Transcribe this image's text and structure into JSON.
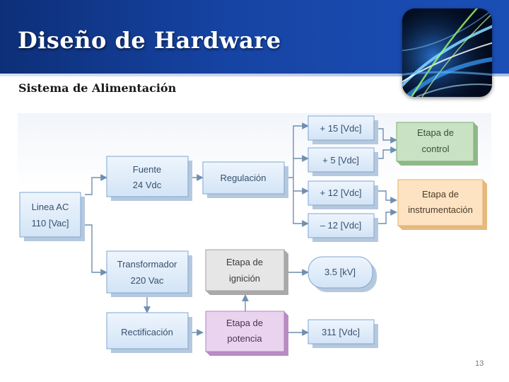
{
  "slide": {
    "title": "Diseño de Hardware",
    "subtitle": "Sistema de Alimentación",
    "page_number": "13"
  },
  "diagram": {
    "linea_ac": [
      "Linea AC",
      "110 [Vac]"
    ],
    "fuente": [
      "Fuente",
      "24 Vdc"
    ],
    "regulacion": [
      "Regulación"
    ],
    "transformador": [
      "Transformador",
      "220 Vac"
    ],
    "rectificacion": [
      "Rectificación"
    ],
    "out_p15": [
      "+ 15 [Vdc]"
    ],
    "out_p5": [
      "+ 5 [Vdc]"
    ],
    "out_p12": [
      "+ 12 [Vdc]"
    ],
    "out_m12": [
      "– 12 [Vdc]"
    ],
    "etapa_control": [
      "Etapa de",
      "control"
    ],
    "etapa_instrumentacion": [
      "Etapa de",
      "instrumentación"
    ],
    "etapa_ignicion": [
      "Etapa de",
      "ignición"
    ],
    "etapa_potencia": [
      "Etapa de",
      "potencia"
    ],
    "out_3_5kv": [
      "3.5 [kV]"
    ],
    "out_311": [
      "311 [Vdc]"
    ]
  },
  "colors": {
    "header_blue": "#1644a4",
    "box_blue": "#dbe9f8",
    "box_blue_border": "#7fa6d6",
    "green": "#c9e2c3",
    "orange": "#fde3c2",
    "gray": "#e6e6e6",
    "purple": "#e9d3ef",
    "arrow": "#6f8fb0"
  }
}
